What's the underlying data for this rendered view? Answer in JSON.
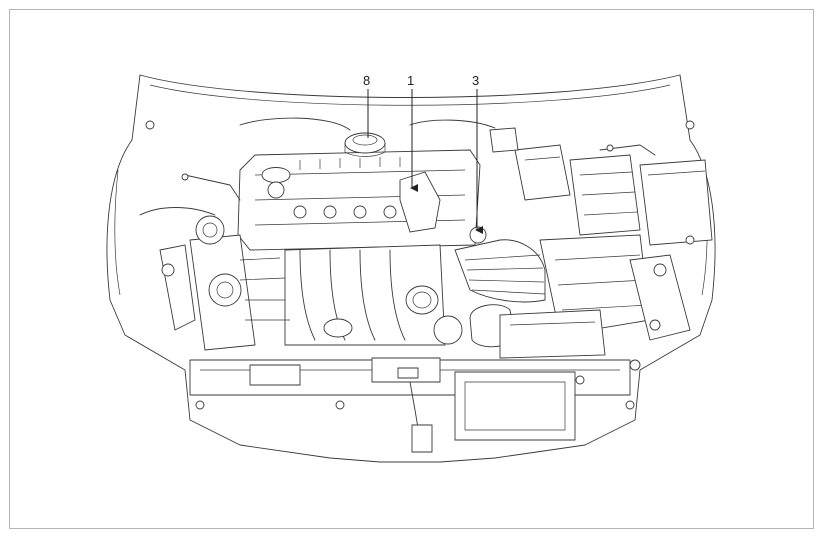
{
  "callouts": [
    {
      "id": "8",
      "label": "8"
    },
    {
      "id": "1",
      "label": "1"
    },
    {
      "id": "3",
      "label": "3"
    }
  ],
  "colors": {
    "line": "#3a3a3a",
    "frame": "#b5b5b5",
    "background": "#ffffff"
  }
}
